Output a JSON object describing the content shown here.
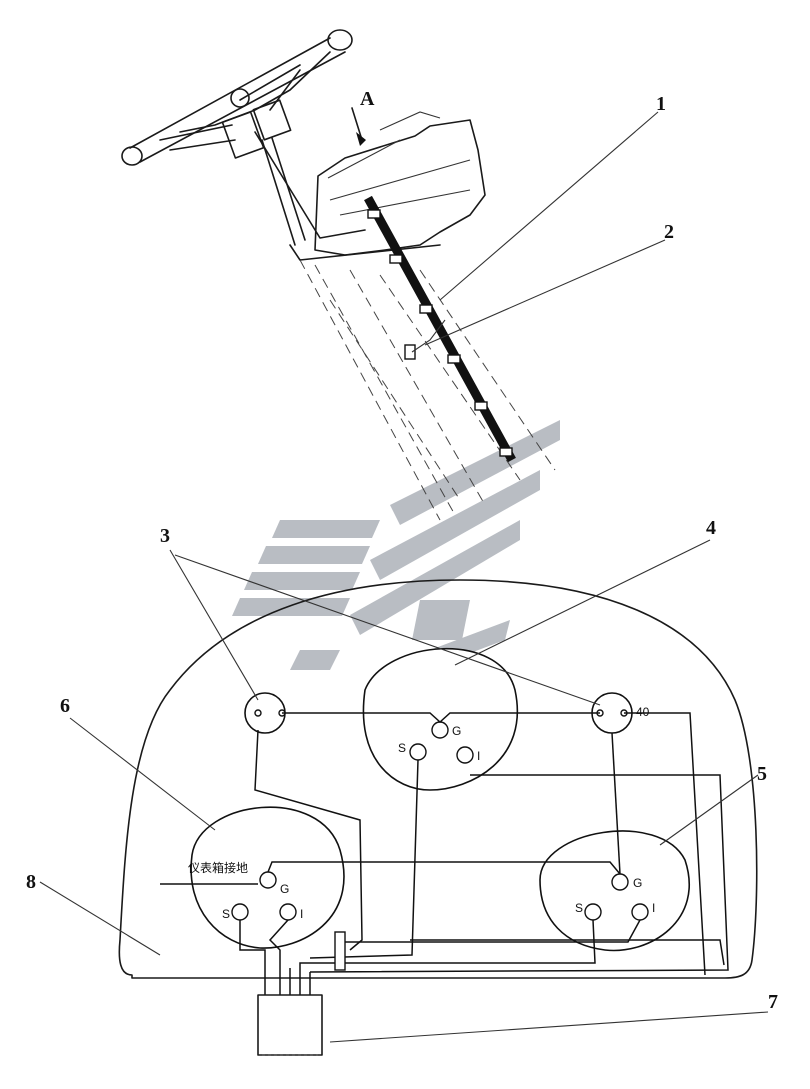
{
  "callouts": [
    {
      "id": "1",
      "label": "1"
    },
    {
      "id": "2",
      "label": "2"
    },
    {
      "id": "3",
      "label": "3"
    },
    {
      "id": "4",
      "label": "4"
    },
    {
      "id": "5",
      "label": "5"
    },
    {
      "id": "6",
      "label": "6"
    },
    {
      "id": "7",
      "label": "7"
    },
    {
      "id": "8",
      "label": "8"
    }
  ],
  "view_label": "A",
  "terminals": {
    "g": "G",
    "s": "S",
    "i": "I"
  },
  "gauge_labels": {
    "left_gauge_text": "仪表箱接地",
    "right_indicator_tag": "40"
  },
  "colors": {
    "line": "#1a1a1a",
    "watermark": "#b9bdc3"
  }
}
